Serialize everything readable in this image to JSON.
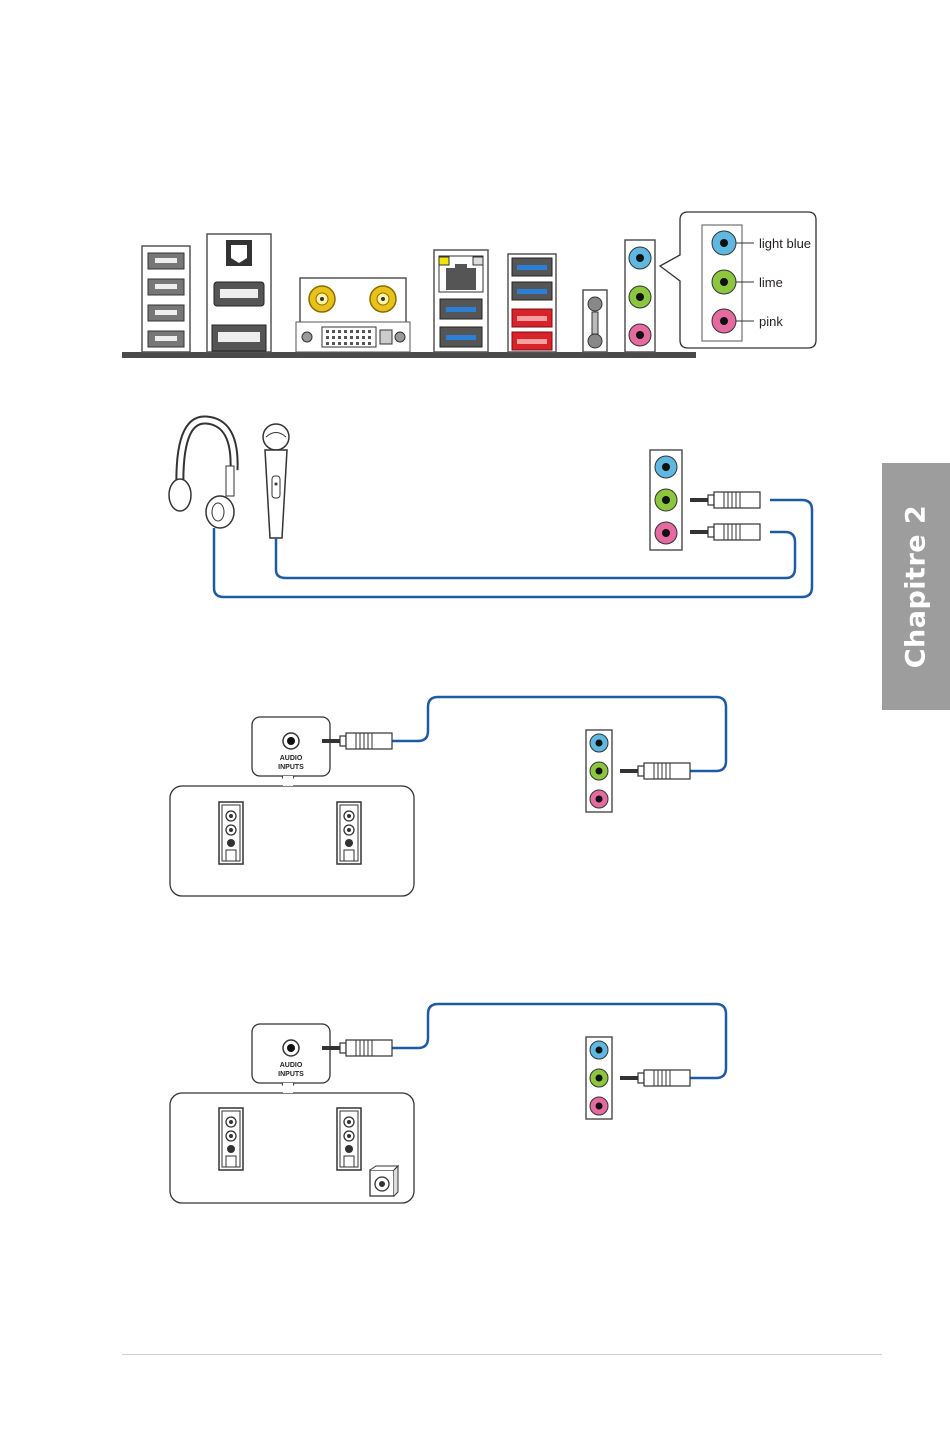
{
  "colors": {
    "light_blue": "#5fb8e0",
    "lime": "#8cc63f",
    "pink": "#e46aa0",
    "cable": "#1f5aa6",
    "usb3": "#2b7fd6",
    "usb_red": "#d8232a",
    "antenna_gold": "#e8c21a",
    "chapter_tab": "#9d9d9d"
  },
  "rear_panel": {
    "audio_legend": {
      "light_blue": "light blue",
      "lime": "lime",
      "pink": "pink"
    }
  },
  "speaker_blocks": {
    "two_channel": {
      "jack_label_1": "AUDIO",
      "jack_label_2": "INPUTS"
    },
    "with_subwoofer": {
      "jack_label_1": "AUDIO",
      "jack_label_2": "INPUTS"
    }
  },
  "sidebar": {
    "chapter_label": "Chapitre 2"
  }
}
